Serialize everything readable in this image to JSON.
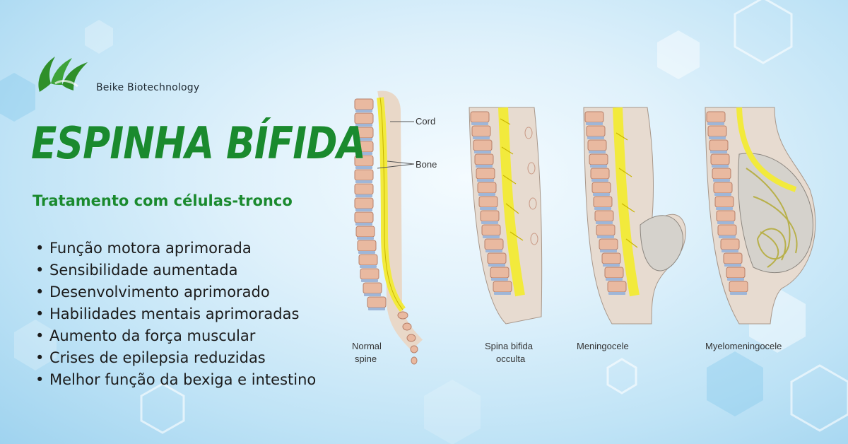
{
  "brand": {
    "name": "Beike Biotechnology",
    "logo_icon": "bk-leaf-logo-icon",
    "logo_color": "#2f8f2a"
  },
  "title": "ESPINHA BÍFIDA",
  "subtitle": "Tratamento com células-tronco",
  "benefits": [
    "Função motora aprimorada",
    "Sensibilidade aumentada",
    "Desenvolvimento aprimorado",
    "Habilidades mentais aprimoradas",
    "Aumento da força muscular",
    "Crises de epilepsia reduzidas",
    "Melhor função da bexiga e intestino"
  ],
  "diagram": {
    "callouts": {
      "cord": "Cord",
      "bone": "Bone"
    },
    "panels": [
      {
        "label_line1": "Normal",
        "label_line2": "spine"
      },
      {
        "label_line1": "Spina bifida",
        "label_line2": "occulta"
      },
      {
        "label_line1": "Meningocele",
        "label_line2": ""
      },
      {
        "label_line1": "Myelomeningocele",
        "label_line2": ""
      }
    ]
  },
  "colors": {
    "title_green": "#1a8a2e",
    "bone": "#e9b9a0",
    "disc": "#9fb6d8",
    "cord": "#f2ea3c",
    "tissue": "#e7dbd0"
  }
}
